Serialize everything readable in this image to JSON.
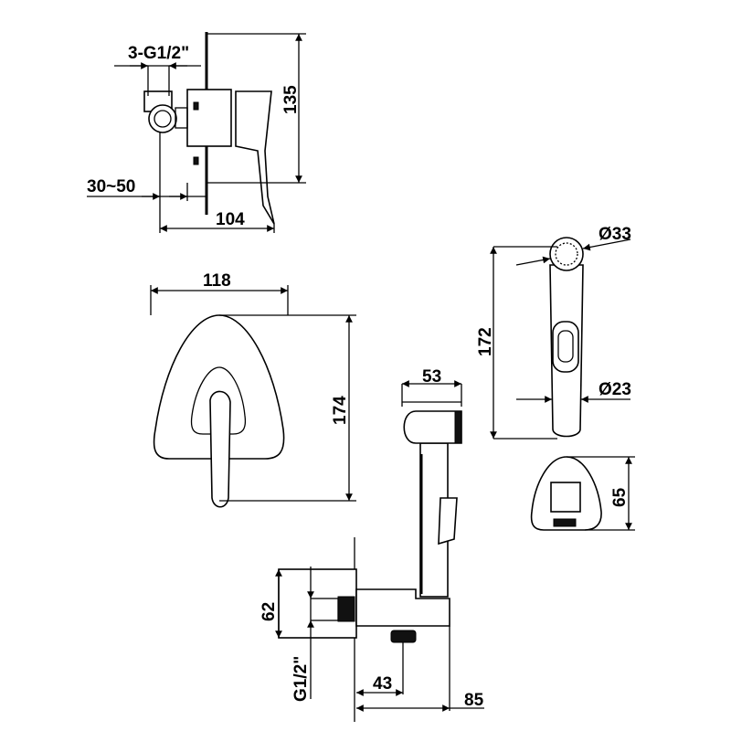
{
  "drawing": {
    "top_view": {
      "thread_label": "3-G1/2\"",
      "height_label": "135",
      "depth_range_label": "30~50",
      "depth_label": "104"
    },
    "front_view": {
      "width_label": "118",
      "height_label": "174"
    },
    "hand_shower": {
      "head_diameter_label": "Ø33",
      "length_label": "172",
      "handle_diameter_label": "Ø23",
      "holder_height_label": "65"
    },
    "side_assembly": {
      "head_width_label": "53",
      "outlet_height_label": "62",
      "thread_label": "G1/2\"",
      "knob_offset_label": "43",
      "projection_label": "85"
    }
  },
  "colors": {
    "line": "#000000",
    "background": "#ffffff"
  }
}
